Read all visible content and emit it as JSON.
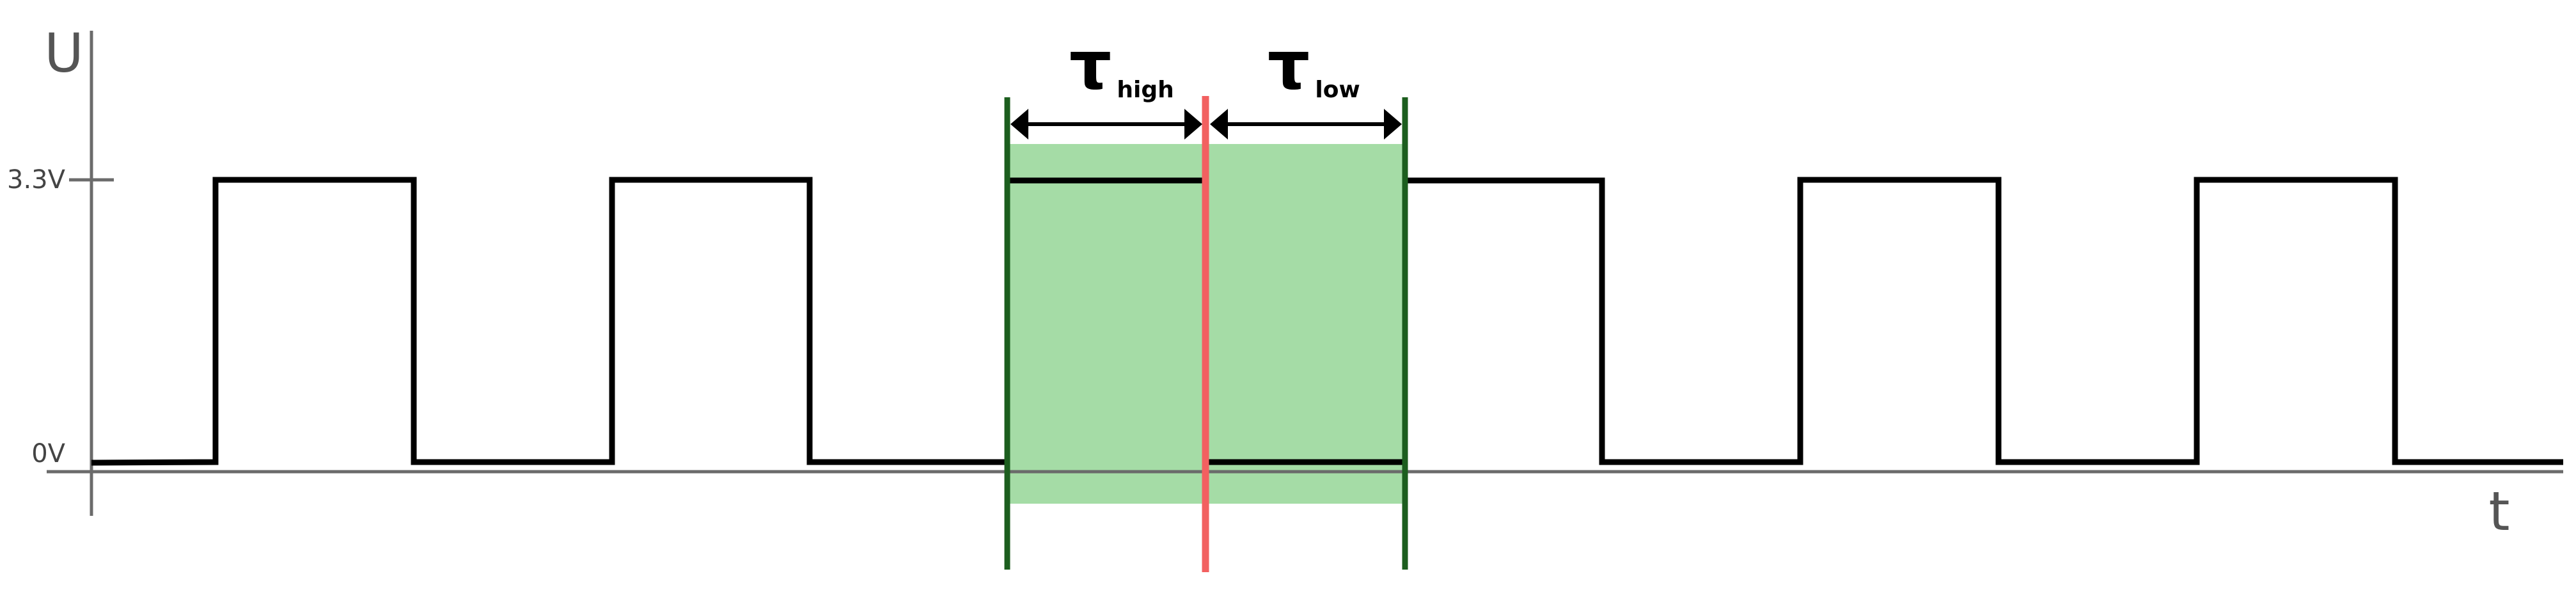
{
  "axes": {
    "y_label": "U",
    "x_label": "t",
    "ticks": [
      {
        "label": "3.3V",
        "level": "high"
      },
      {
        "label": "0V",
        "level": "low"
      }
    ]
  },
  "signal": {
    "type": "square-wave",
    "color": "#000000",
    "high_level_label": "3.3V",
    "low_level_label": "0V"
  },
  "period_annotation": {
    "high": {
      "symbol": "τ",
      "subscript": "high"
    },
    "low": {
      "symbol": "τ",
      "subscript": "low"
    },
    "colors": {
      "highlight": "#a5dca6",
      "boundary_marker": "#1c5e1e",
      "transition_marker": "#f26060"
    }
  }
}
